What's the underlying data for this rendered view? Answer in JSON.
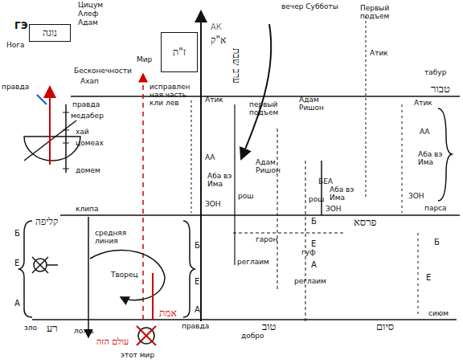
{
  "diagram": {
    "nodes": [
      {
        "text": [
          "נוגה"
        ]
      },
      {
        "text": [
          "ז\"ת"
        ]
      }
    ],
    "labels": [
      "ГЭ",
      "Цицум",
      "Алеф",
      "Адам",
      "Нога",
      "Мир",
      "Бесконечности",
      "Ахап",
      "правда",
      "правда",
      "медабер",
      "хай",
      "цомеах",
      "домем",
      "исправлен ная часть кли лев",
      "АК",
      "Атик",
      "АА",
      "Аба вэ Има",
      "ЗОН",
      "клипа",
      "средняя линия",
      "Творец",
      "зло",
      "ложь",
      "правда",
      "добро",
      "этот мир",
      "вечер Субботы",
      "первый подъем",
      "Адам Ришон",
      "Адам Ришон",
      "рош",
      "рош",
      "гарон",
      "гуф",
      "реглаим",
      "реглаим",
      "БЕА",
      "Аба вэ Има",
      "ЗОН",
      "Первый подъем",
      "Атик",
      "табур",
      "Атик",
      "АА",
      "Аба вэ Има",
      "ЗОН",
      "парса",
      "сиюм",
      "Б",
      "Е",
      "А",
      "Б",
      "Е",
      "А",
      "Б",
      "Е",
      "А",
      "Б",
      "Е",
      "טבור",
      "פרסא",
      "סיום",
      "טוב",
      "רע",
      "קליפה",
      "עולם הזה",
      "אמת",
      "א\"ק",
      "ערב שבת"
    ]
  }
}
